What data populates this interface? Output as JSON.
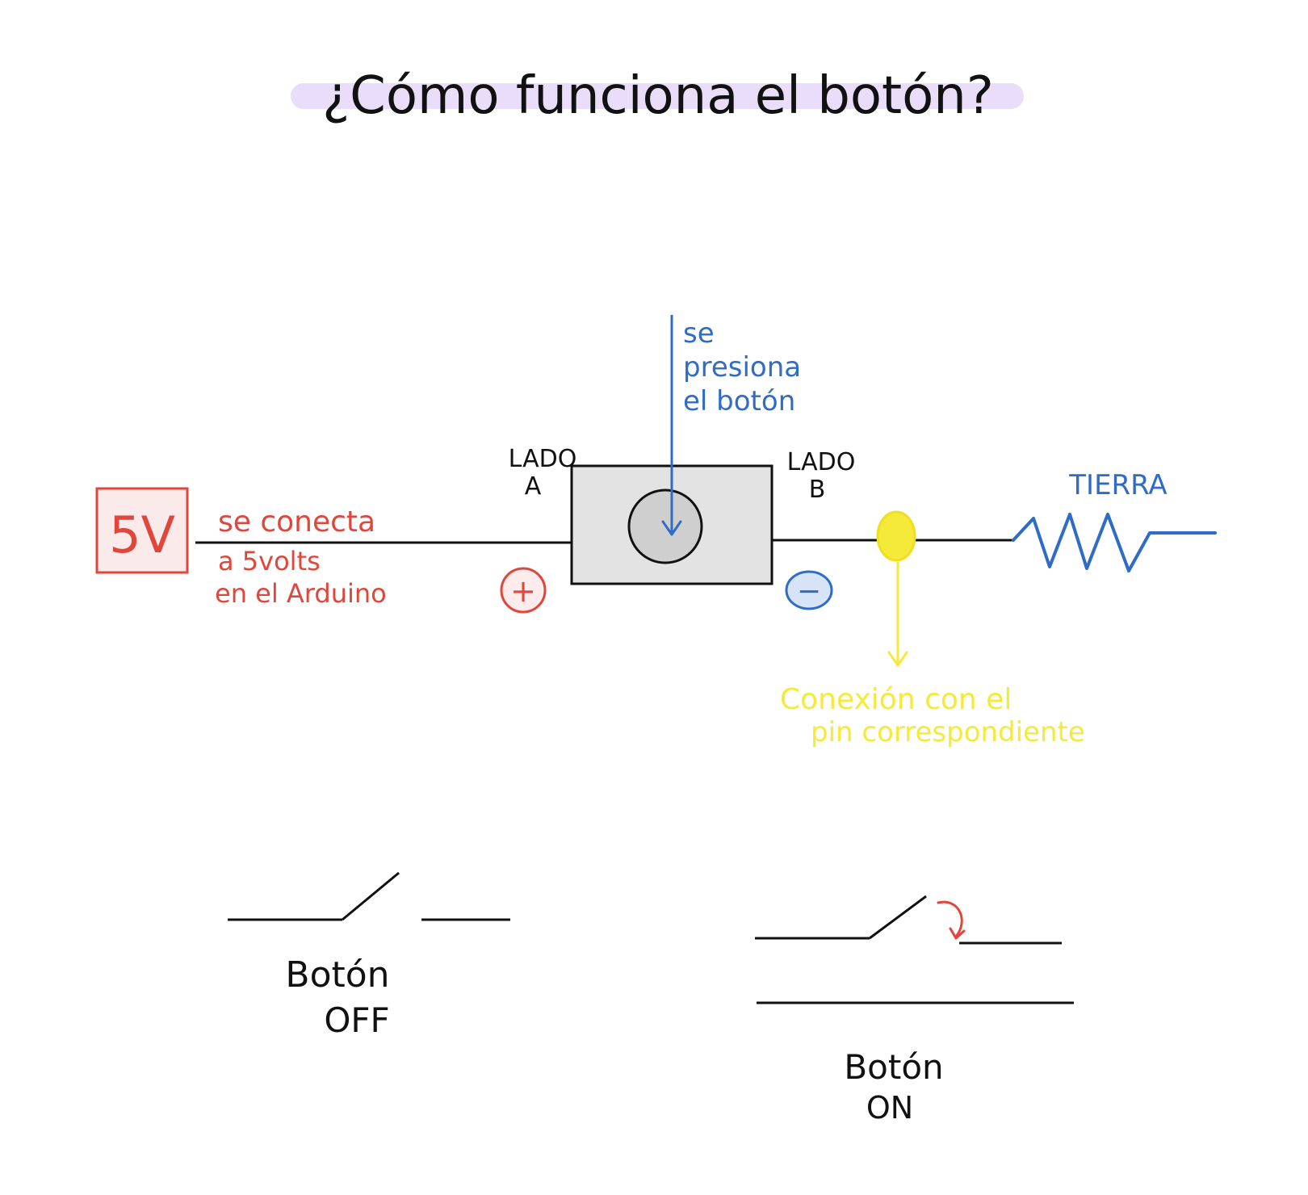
{
  "title": "¿Cómo funciona el botón?",
  "source": {
    "label": "5V",
    "note_lines": [
      "se conecta",
      "a 5volts",
      "en el Arduino"
    ]
  },
  "button": {
    "side_a": [
      "LADO",
      "A"
    ],
    "side_b": [
      "LADO",
      "B"
    ],
    "plus_sign": "+",
    "minus_sign": "−",
    "press_note_lines": [
      "se",
      "presiona",
      "el botón"
    ]
  },
  "ground_label": "TIERRA",
  "pin_note_lines": [
    "Conexión con el",
    "pin correspondiente"
  ],
  "switch_off_label": [
    "Botón",
    "OFF"
  ],
  "switch_on_label": [
    "Botón",
    "ON"
  ],
  "colors": {
    "ink": "#111111",
    "red": "#e0473c",
    "blue": "#2f6cc6",
    "yellow": "#f5ea3a",
    "highlight": "#e9ddf9",
    "button_body": "#e3e3e3",
    "button_cap": "#cfcfcf",
    "minus_fill": "#d7e4f8"
  }
}
